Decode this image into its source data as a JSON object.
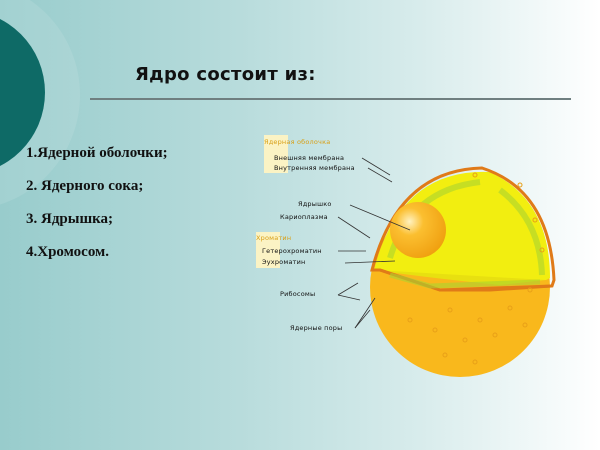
{
  "slide": {
    "title": "Ядро состоит из:",
    "list": [
      "1.Ядерной оболочки;",
      "2. Ядерного сока;",
      "3. Ядрышка;",
      "4.Хромосом."
    ]
  },
  "diagram": {
    "category_envelope": "Ядерная оболочка",
    "outer_membrane": "Внешняя мембрана",
    "inner_membrane": "Внутренняя мембрана",
    "nucleolus": "Ядрышко",
    "karyoplasm": "Кариоплазма",
    "category_chromatin": "Хроматин",
    "heterochromatin": "Гетерохроматин",
    "euchromatin": "Эухроматин",
    "ribosomes": "Рибосомы",
    "nuclear_pores": "Ядерные поры"
  },
  "colors": {
    "deco_circle": "#0e6a66",
    "cytoplasm": "#f9b81c",
    "nucleoplasm": "#f2ee10",
    "membrane": "#e07a18",
    "nucleolus": "#f6a81a"
  }
}
